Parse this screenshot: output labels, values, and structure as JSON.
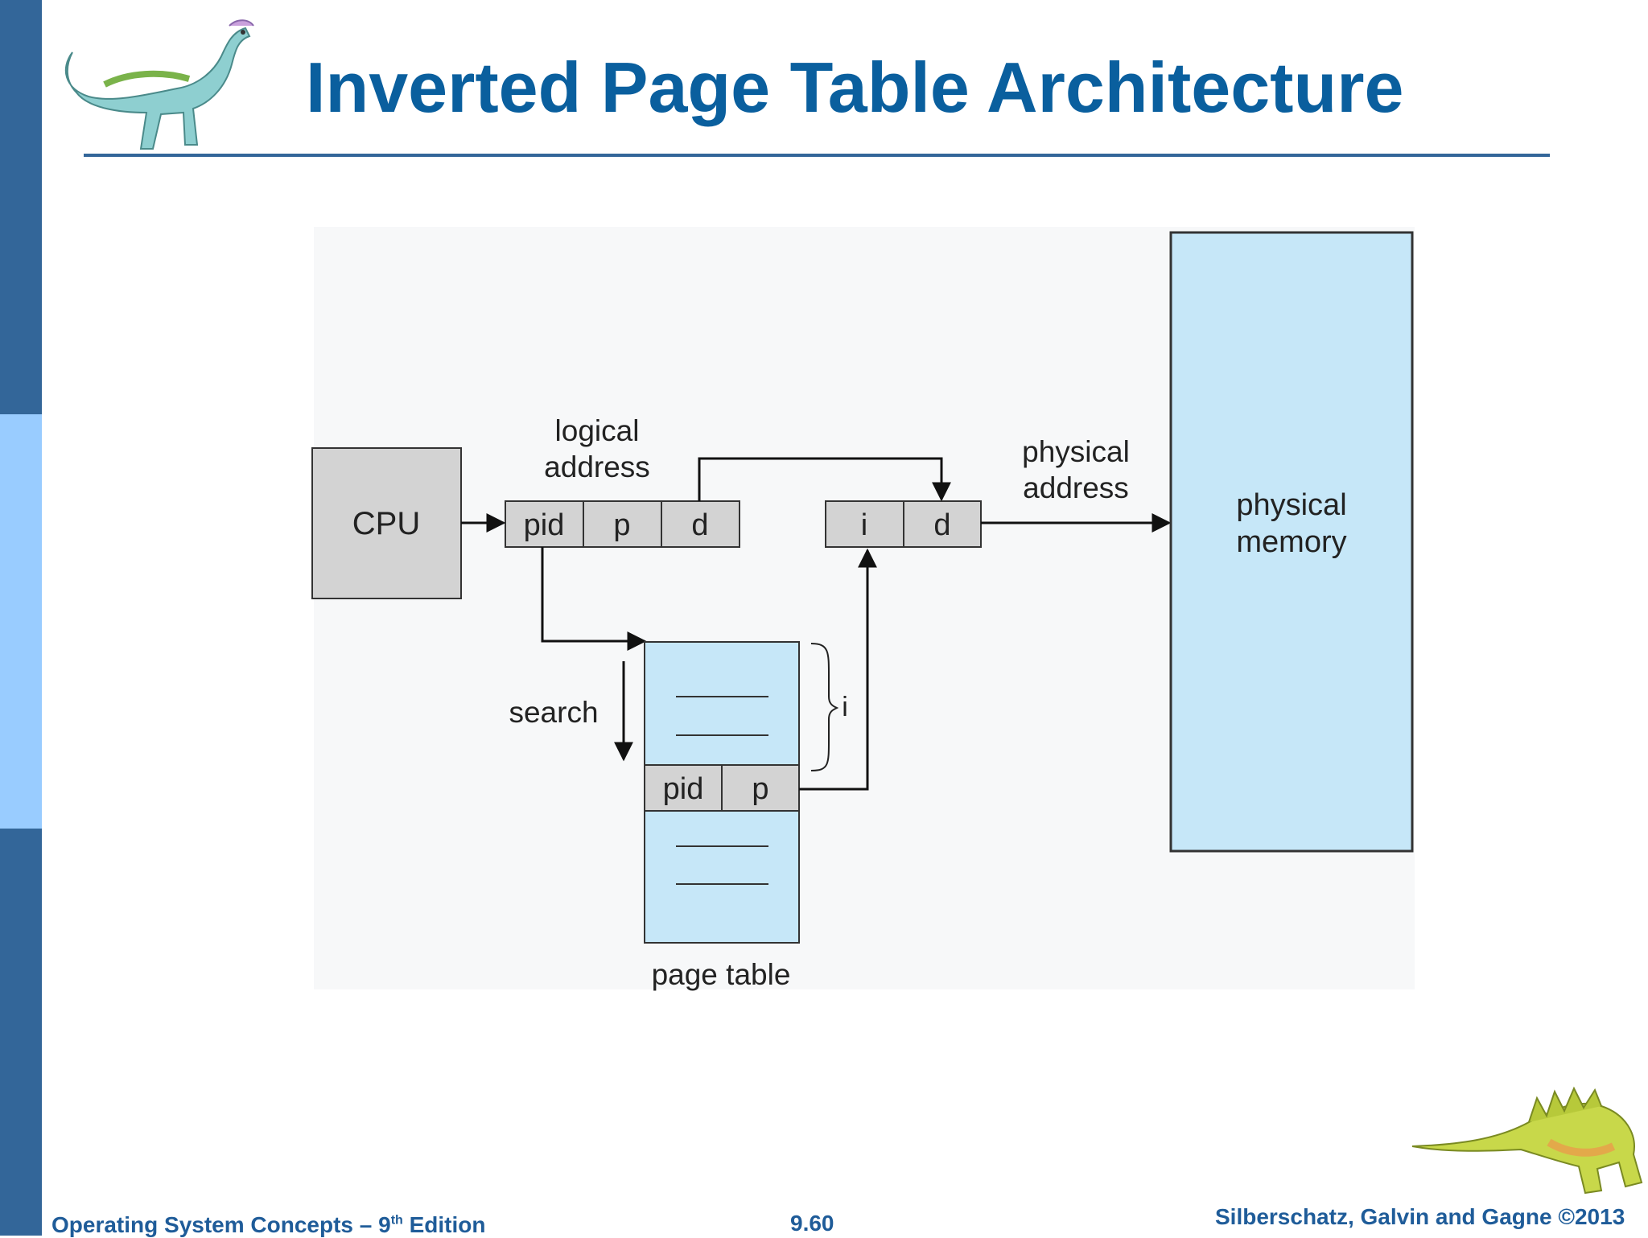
{
  "slide": {
    "title": "Inverted Page Table Architecture"
  },
  "diagram": {
    "cpu": "CPU",
    "logical_address_line1": "logical",
    "logical_address_line2": "address",
    "logical_fields": [
      "pid",
      "p",
      "d"
    ],
    "physical_address_line1": "physical",
    "physical_address_line2": "address",
    "physical_fields": [
      "i",
      "d"
    ],
    "physical_memory_line1": "physical",
    "physical_memory_line2": "memory",
    "search": "search",
    "brace_label": "i",
    "entry_fields": [
      "pid",
      "p"
    ],
    "page_table": "page table"
  },
  "footer": {
    "left_prefix": "Operating System Concepts – 9",
    "left_sup": "th",
    "left_suffix": " Edition",
    "center": "9.60",
    "right": "Silberschatz, Galvin and Gagne ©2013"
  },
  "colors": {
    "accent": "#336699",
    "accent_light": "#99ccff",
    "title": "#0a5f9e",
    "box_gray": "#d3d3d3",
    "memory_blue": "#c6e7f8"
  },
  "icons": {
    "top_left": "dinosaur-icon",
    "bottom_right": "dinosaur-icon"
  }
}
